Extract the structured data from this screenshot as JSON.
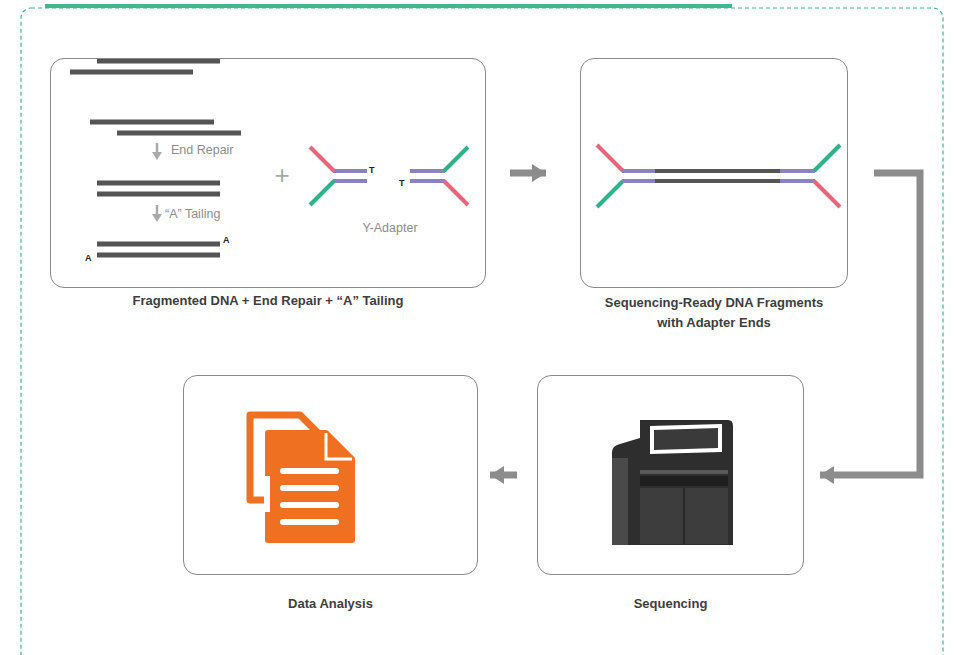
{
  "diagram": {
    "nodes": [
      {
        "text": [
          "Fragmented DNA + End Repair + “A” Tailing"
        ]
      },
      {
        "text": [
          "Sequencing-Ready DNA Fragments with Adapter Ends"
        ]
      },
      {
        "text": [
          "Sequencing"
        ]
      },
      {
        "text": [
          "Data Analysis"
        ]
      }
    ],
    "edges": [
      {
        "from": 0,
        "to": 1,
        "arrow": "to"
      },
      {
        "from": 1,
        "to": 2,
        "arrow": "to"
      },
      {
        "from": 2,
        "to": 3,
        "arrow": "to"
      }
    ],
    "labels": [
      "End Repair",
      "“A” Tailing",
      "Y-Adapter",
      "A",
      "A",
      "T",
      "T",
      "+"
    ]
  }
}
